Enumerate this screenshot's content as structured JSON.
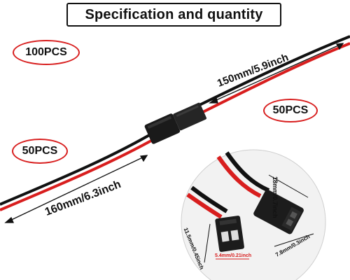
{
  "title": "Specification and quantity",
  "badges": {
    "total": "100PCS",
    "female": "50PCS",
    "male": "50PCS"
  },
  "dimensions": {
    "cable_right": "150mm/5.9inch",
    "cable_left": "160mm/6.3inch",
    "male_length": "18mm/0.7inch",
    "male_width": "7.8mm/0.3inch",
    "female_height": "11.5mm/0.45inch",
    "female_width": "5.4mm/0.21inch"
  },
  "colors": {
    "wire_red": "#d81e1e",
    "wire_black": "#111111",
    "connector": "#1a1a1a",
    "badge_border": "#d81e1e"
  }
}
